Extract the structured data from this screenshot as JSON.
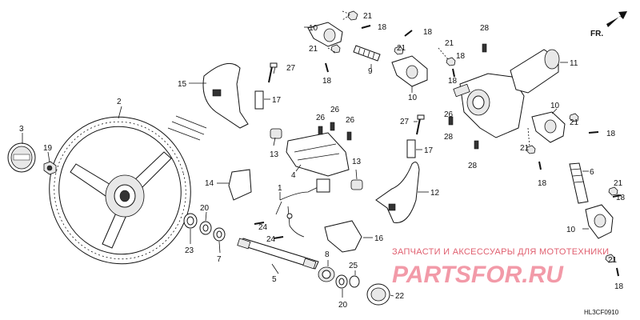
{
  "diagram": {
    "code": "HL3CF0910",
    "direction_label": "FR.",
    "watermark": {
      "text": "ЗАПЧАСТИ И АКСЕССУАРЫ ДЛЯ МОТОТЕХНИКИ",
      "logo": "PARTSFOR.RU"
    },
    "labels": [
      {
        "id": "label-1",
        "text": "1"
      },
      {
        "id": "label-2",
        "text": "2"
      },
      {
        "id": "label-3",
        "text": "3"
      },
      {
        "id": "label-4",
        "text": "4"
      },
      {
        "id": "label-5",
        "text": "5"
      },
      {
        "id": "label-6",
        "text": "6"
      },
      {
        "id": "label-7",
        "text": "7"
      },
      {
        "id": "label-8",
        "text": "8"
      },
      {
        "id": "label-9",
        "text": "9"
      },
      {
        "id": "label-10",
        "text": "10"
      },
      {
        "id": "label-11",
        "text": "11"
      },
      {
        "id": "label-12",
        "text": "12"
      },
      {
        "id": "label-13",
        "text": "13"
      },
      {
        "id": "label-14",
        "text": "14"
      },
      {
        "id": "label-15",
        "text": "15"
      },
      {
        "id": "label-16",
        "text": "16"
      },
      {
        "id": "label-17",
        "text": "17"
      },
      {
        "id": "label-18",
        "text": "18"
      },
      {
        "id": "label-19",
        "text": "19"
      },
      {
        "id": "label-20",
        "text": "20"
      },
      {
        "id": "label-21",
        "text": "21"
      },
      {
        "id": "label-22",
        "text": "22"
      },
      {
        "id": "label-23",
        "text": "23"
      },
      {
        "id": "label-24",
        "text": "24"
      },
      {
        "id": "label-25",
        "text": "25"
      },
      {
        "id": "label-26",
        "text": "26"
      },
      {
        "id": "label-27",
        "text": "27"
      },
      {
        "id": "label-28",
        "text": "28"
      }
    ]
  }
}
